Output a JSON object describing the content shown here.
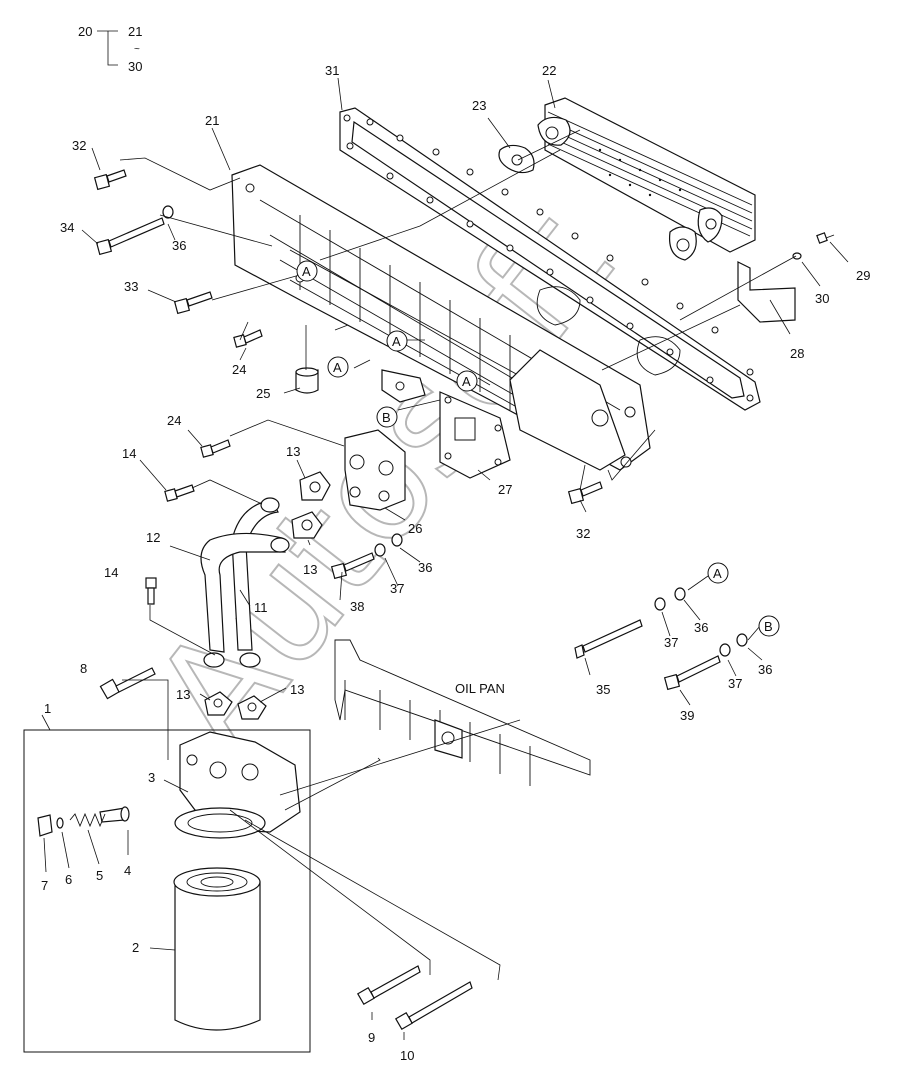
{
  "header_note": "",
  "range_ref": {
    "main": "20",
    "from": "21",
    "tilde": "~",
    "to": "30"
  },
  "callouts": {
    "c1": "1",
    "c2": "2",
    "c3": "3",
    "c4": "4",
    "c5": "5",
    "c6": "6",
    "c7": "7",
    "c8": "8",
    "c9": "9",
    "c10": "10",
    "c11": "11",
    "c12": "12",
    "c13a": "13",
    "c13b": "13",
    "c13c": "13",
    "c13d": "13",
    "c14a": "14",
    "c14b": "14",
    "c21": "21",
    "c22": "22",
    "c23": "23",
    "c24a": "24",
    "c24b": "24",
    "c25": "25",
    "c26": "26",
    "c27": "27",
    "c28": "28",
    "c29": "29",
    "c30": "30",
    "c31": "31",
    "c32a": "32",
    "c32b": "32",
    "c33": "33",
    "c34": "34",
    "c35": "35",
    "c36a": "36",
    "c36b": "36",
    "c36c": "36",
    "c36d": "36",
    "c37a": "37",
    "c37b": "37",
    "c37c": "37",
    "c38": "38",
    "c39": "39"
  },
  "ref_marks": {
    "A1": "A",
    "A2": "A",
    "A3": "A",
    "A4": "A",
    "A5": "A",
    "B1": "B",
    "B2": "B"
  },
  "oil_pan_label": "OIL PAN",
  "watermark": "Autosoft"
}
